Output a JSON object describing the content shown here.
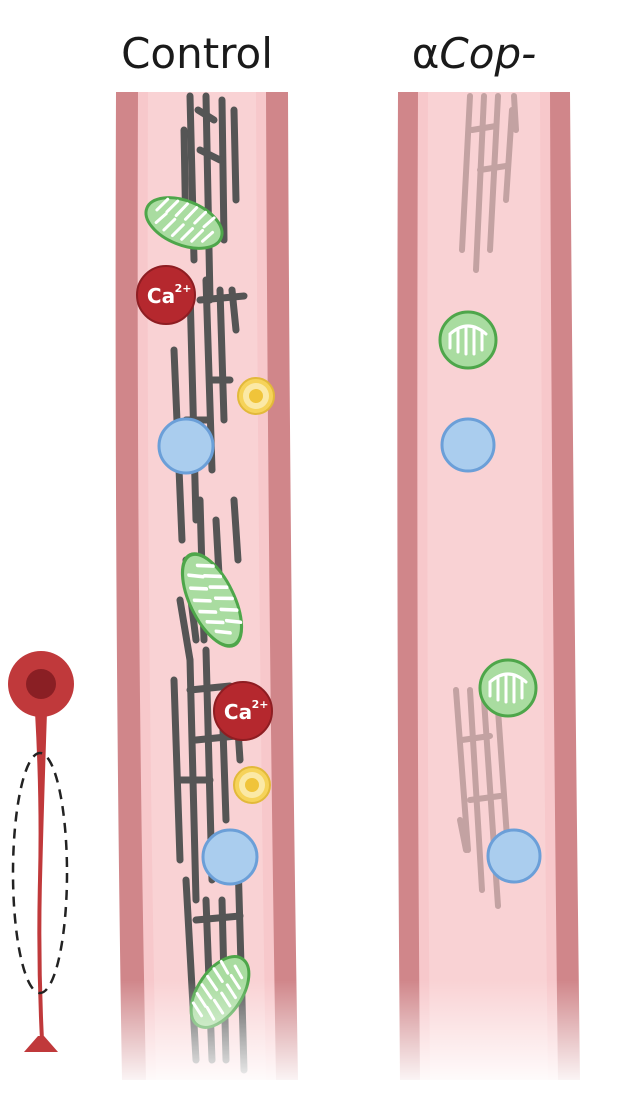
{
  "panels": {
    "control": {
      "title": "Control"
    },
    "mutant": {
      "title_greek": "α",
      "title_gene": "Cop-"
    }
  },
  "labels": {
    "calcium_base": "Ca",
    "calcium_charge": "2+"
  },
  "colors": {
    "axon_wall": "#d0868a",
    "axon_inner": "#f7c8cb",
    "axon_mid": "#efb0b4",
    "microtubule_control": "#555555",
    "microtubule_mutant": "#c3a2a2",
    "mitochondrion_fill": "#a9dca0",
    "mitochondrion_stroke": "#4ea64a",
    "calcium": "#b5282e",
    "vesicle_blue": "#aacdee",
    "vesicle_yellow": "#f6d35a",
    "neuron": "#c0393b"
  },
  "icons": [
    "neuron-icon",
    "mitochondrion-icon",
    "calcium-ion-icon",
    "blue-vesicle-icon",
    "yellow-vesicle-icon"
  ]
}
